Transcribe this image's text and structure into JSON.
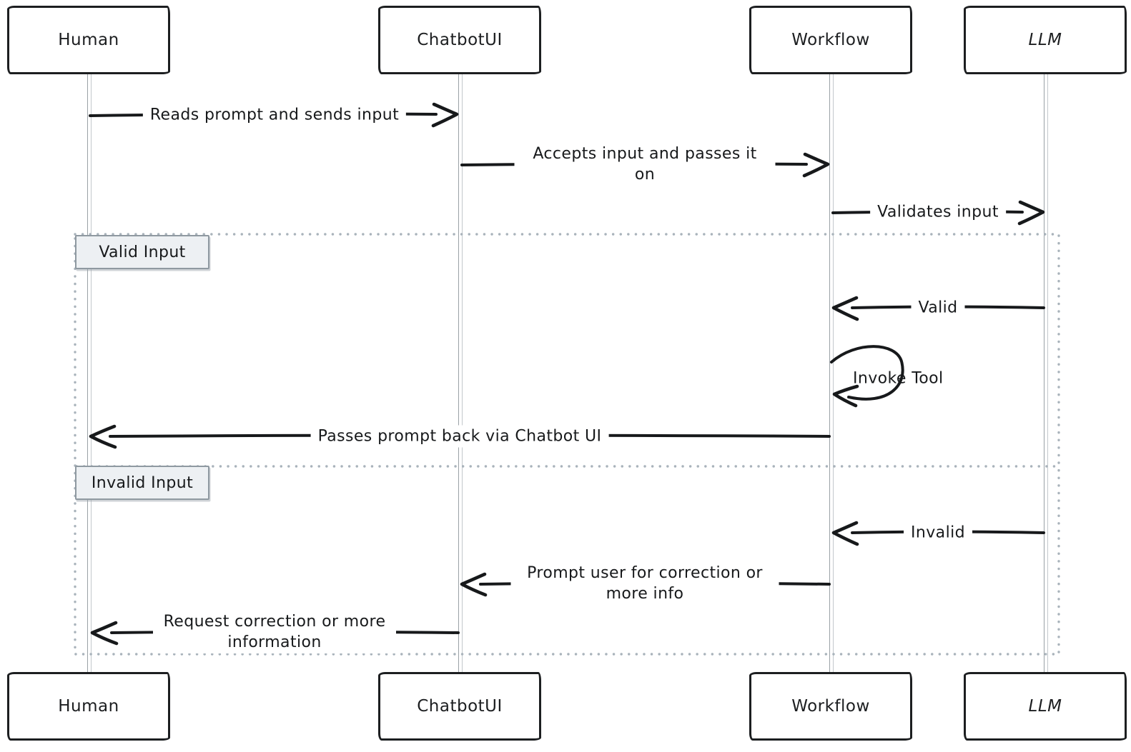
{
  "diagram_type": "sequence-diagram",
  "participants": [
    {
      "name": "Human"
    },
    {
      "name": "ChatbotUI"
    },
    {
      "name": "Workflow"
    },
    {
      "name": "LLM"
    }
  ],
  "messages": [
    {
      "from": "Human",
      "to": "ChatbotUI",
      "label": "Reads prompt and sends input"
    },
    {
      "from": "ChatbotUI",
      "to": "Workflow",
      "label": "Accepts input and passes it on"
    },
    {
      "from": "Workflow",
      "to": "LLM",
      "label": "Validates input"
    },
    {
      "from": "LLM",
      "to": "Workflow",
      "label": "Valid"
    },
    {
      "from": "Workflow",
      "to": "Workflow",
      "label": "Invoke Tool",
      "self_message": true
    },
    {
      "from": "Workflow",
      "to": "Human",
      "label": "Passes prompt back via Chatbot UI"
    },
    {
      "from": "LLM",
      "to": "Workflow",
      "label": "Invalid"
    },
    {
      "from": "Workflow",
      "to": "ChatbotUI",
      "label": "Prompt user for correction or more info"
    },
    {
      "from": "ChatbotUI",
      "to": "Human",
      "label": "Request correction or more information"
    }
  ],
  "alt_sections": [
    {
      "label": "Valid Input"
    },
    {
      "label": "Invalid Input"
    }
  ],
  "colors": {
    "stroke": "#17191b",
    "lifeline": "#9aa1a6",
    "frame_dots": "#a9b3bb",
    "section_fill": "#edf0f3",
    "section_border": "#8f99a1",
    "background": "#ffffff"
  }
}
